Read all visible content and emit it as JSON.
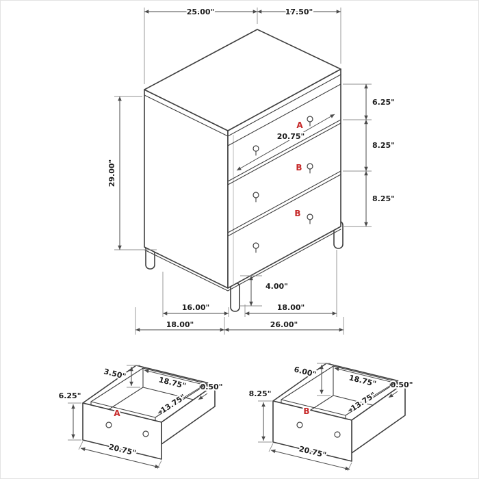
{
  "colors": {
    "object_line": "#3f3f3f",
    "dimension_line": "#4a4a4a",
    "label_red": "#c62828"
  },
  "chest": {
    "top_width": "25.00\"",
    "top_depth": "17.50\"",
    "height": "29.00\"",
    "drawer_a_height": "6.25\"",
    "drawer_b1_height": "8.25\"",
    "drawer_b2_height": "8.25\"",
    "label_a": "A",
    "opening_width": "20.75\"",
    "label_b1": "B",
    "label_b2": "B",
    "leg_height": "4.00\"",
    "span_depth": "16.00\"",
    "span_width": "18.00\"",
    "floor_depth": "18.00\"",
    "floor_width": "26.00\""
  },
  "drawer_a": {
    "label": "A",
    "side_height": "3.50\"",
    "inner_width": "18.75\"",
    "thickness": "0.50\"",
    "front_height": "6.25\"",
    "inner_depth": "13.75\"",
    "outer_width": "20.75\""
  },
  "drawer_b": {
    "label": "B",
    "side_height": "6.00\"",
    "inner_width": "18.75\"",
    "thickness": "0.50\"",
    "front_height": "8.25\"",
    "inner_depth": "13.75\"",
    "outer_width": "20.75\""
  }
}
